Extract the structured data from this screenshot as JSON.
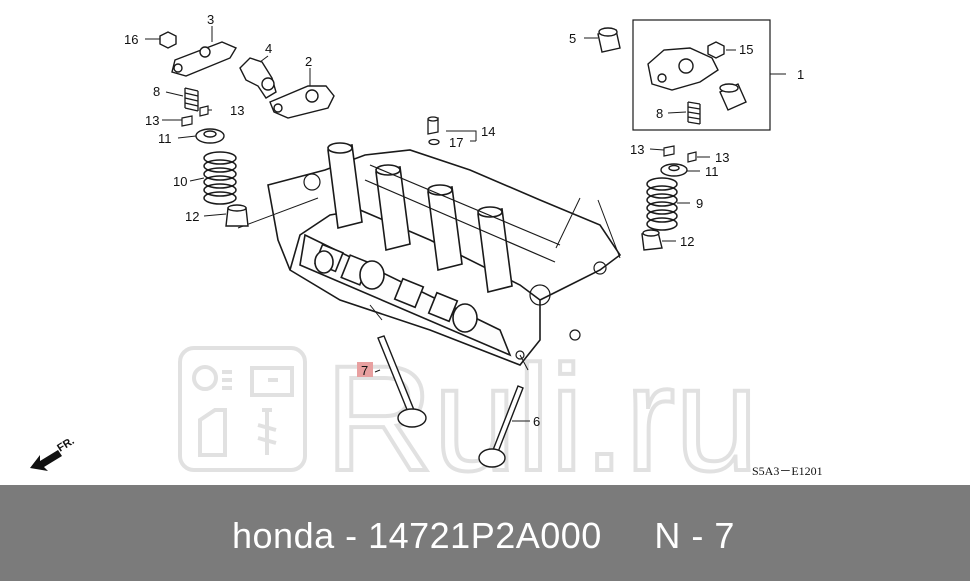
{
  "diagram": {
    "callouts": {
      "c1": "1",
      "c2": "2",
      "c3": "3",
      "c4": "4",
      "c5": "5",
      "c6": "6",
      "c7": "7",
      "c8a": "8",
      "c8b": "8",
      "c9": "9",
      "c10": "10",
      "c11a": "11",
      "c11b": "11",
      "c12a": "12",
      "c12b": "12",
      "c13a": "13",
      "c13b": "13",
      "c13c": "13",
      "c13d": "13",
      "c14": "14",
      "c15": "15",
      "c16": "16",
      "c17": "17"
    },
    "highlight_color": "#e8a0a0",
    "direction_label": "FR.",
    "figure_code": "S5A3－E1201"
  },
  "watermark": {
    "text": "Ruli.ru"
  },
  "footer": {
    "text": "honda - 14721P2A000     N - 7",
    "background": "#7b7b7b"
  }
}
